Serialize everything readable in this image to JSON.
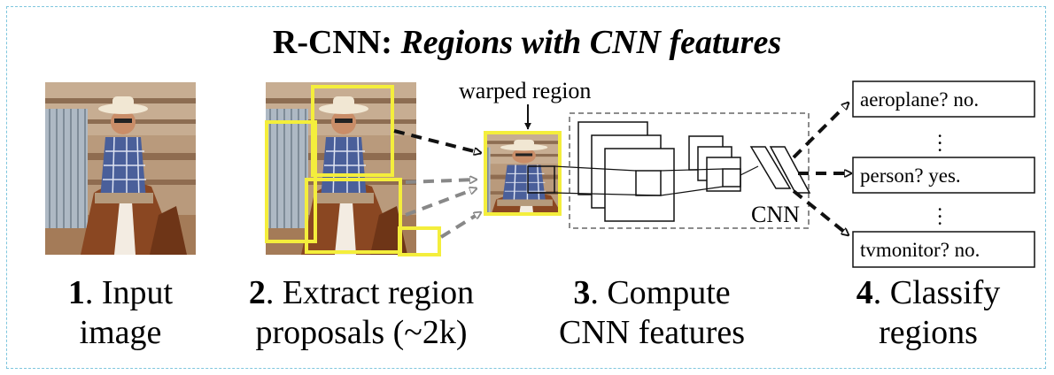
{
  "title": {
    "prefix": "R-CNN: ",
    "emphasis": "Regions with CNN features"
  },
  "steps": [
    {
      "number": "1",
      "line1": ". Input",
      "line2": "image"
    },
    {
      "number": "2",
      "line1": ". Extract region",
      "line2": "proposals (~2k)"
    },
    {
      "number": "3",
      "line1": ". Compute",
      "line2": "CNN features"
    },
    {
      "number": "4",
      "line1": ". Classify",
      "line2": "regions"
    }
  ],
  "warped_label": "warped region",
  "cnn_label": "CNN",
  "classifications": [
    {
      "label": "aeroplane? no."
    },
    {
      "label": "person? yes."
    },
    {
      "label": "tvmonitor? no."
    }
  ],
  "ellipsis": ":",
  "colors": {
    "proposal_box": "#f4ee3c",
    "frame_border": "#7fc6de",
    "dashed_arrow_dark": "#111111",
    "dashed_arrow_gray": "#8a8a8a"
  },
  "icons": {
    "input_image": "cowboy-on-horse-photo",
    "proposals_image": "cowboy-photo-with-region-boxes",
    "warped_image": "warped-region-crop"
  }
}
